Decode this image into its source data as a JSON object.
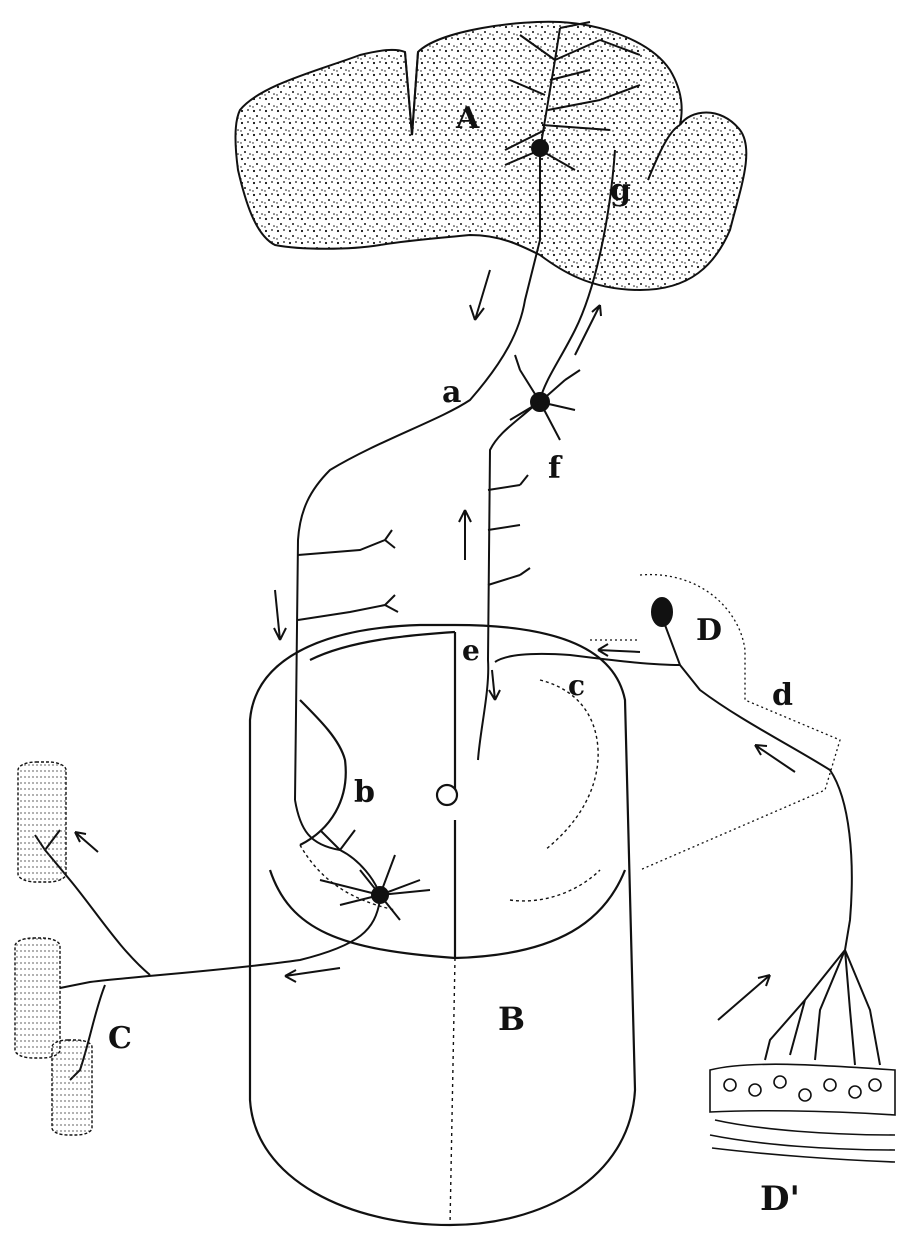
{
  "diagram": {
    "labels": {
      "A": "A",
      "g": "g",
      "a": "a",
      "f": "f",
      "e": "e",
      "c_lower": "c",
      "D_ganglion": "D",
      "d": "d",
      "b": "b",
      "B": "B",
      "C": "C",
      "D_prime": "D'"
    }
  },
  "colors": {
    "ink": "#111111",
    "paper": "#ffffff"
  }
}
